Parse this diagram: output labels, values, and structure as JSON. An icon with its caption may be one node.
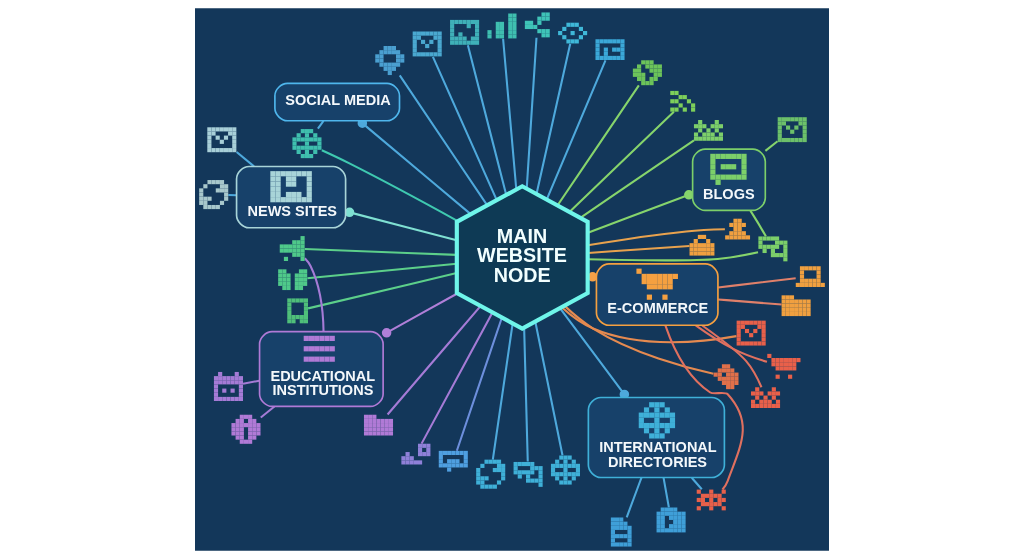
{
  "diagram": {
    "nodes": [
      {
        "text": [
          "MAIN WEBSITE NODE"
        ]
      },
      {
        "text": [
          "SOCIAL MEDIA"
        ]
      },
      {
        "text": [
          "BLOGS"
        ]
      },
      {
        "text": [
          "NEWS SITES"
        ]
      },
      {
        "text": [
          "E-COMMERCE"
        ]
      },
      {
        "text": [
          "EDUCATIONAL INSTITUTIONS"
        ]
      },
      {
        "text": [
          "INTERNATIONAL DIRECTORIES"
        ]
      },
      {
        "text": [],
        "shape": "picture"
      },
      {
        "text": [],
        "shape": "picture"
      },
      {
        "text": [],
        "shape": "picture"
      },
      {
        "text": [],
        "shape": "picture"
      },
      {
        "text": [],
        "shape": "picture"
      },
      {
        "text": [],
        "shape": "picture"
      },
      {
        "text": [],
        "shape": "picture"
      },
      {
        "text": [],
        "shape": "picture"
      },
      {
        "text": [],
        "shape": "picture"
      },
      {
        "text": [],
        "shape": "picture"
      },
      {
        "text": [],
        "shape": "picture"
      },
      {
        "text": [],
        "shape": "picture"
      },
      {
        "text": [],
        "shape": "picture"
      },
      {
        "text": [],
        "shape": "picture"
      },
      {
        "text": [],
        "shape": "picture"
      },
      {
        "text": [],
        "shape": "picture"
      },
      {
        "text": [],
        "shape": "picture"
      },
      {
        "text": [],
        "shape": "picture"
      },
      {
        "text": [],
        "shape": "picture"
      },
      {
        "text": [],
        "shape": "picture"
      },
      {
        "text": [],
        "shape": "picture"
      },
      {
        "text": [],
        "shape": "picture"
      },
      {
        "text": [],
        "shape": "picture"
      },
      {
        "text": [],
        "shape": "picture"
      },
      {
        "text": [],
        "shape": "picture"
      },
      {
        "text": [],
        "shape": "picture"
      },
      {
        "text": [],
        "shape": "picture"
      },
      {
        "text": [],
        "shape": "picture"
      },
      {
        "text": [],
        "shape": "picture"
      },
      {
        "text": [],
        "shape": "picture"
      },
      {
        "text": [],
        "shape": "picture"
      },
      {
        "text": [],
        "shape": "picture"
      },
      {
        "text": [],
        "shape": "picture"
      },
      {
        "text": [],
        "shape": "picture"
      },
      {
        "text": [],
        "shape": "picture"
      },
      {
        "text": [],
        "shape": "picture"
      },
      {
        "text": [],
        "shape": "picture"
      }
    ],
    "edges": [
      {
        "from": 0,
        "to": 4,
        "arrow": "other",
        "color": "#f5a048"
      },
      {
        "from": 0,
        "to": 28,
        "arrow": "none",
        "color": "#e8a24e"
      },
      {
        "from": 0,
        "to": 27,
        "arrow": "none",
        "color": "#e8a24e"
      },
      {
        "from": 0,
        "to": 26,
        "arrow": "none",
        "color": "#86d46c"
      },
      {
        "from": 0,
        "to": 2,
        "arrow": "other",
        "color": "#86d46c"
      },
      {
        "from": 0,
        "to": 16,
        "arrow": "none",
        "color": "#86d46c"
      },
      {
        "from": 0,
        "to": 15,
        "arrow": "none",
        "color": "#86d46c"
      },
      {
        "from": 0,
        "to": 14,
        "arrow": "none",
        "color": "#86d46c"
      },
      {
        "from": 0,
        "to": 13,
        "arrow": "none"
      },
      {
        "from": 0,
        "to": 12,
        "arrow": "none"
      },
      {
        "from": 0,
        "to": 11,
        "arrow": "none"
      },
      {
        "from": 0,
        "to": 10,
        "arrow": "none"
      },
      {
        "from": 0,
        "to": 9,
        "arrow": "none"
      },
      {
        "from": 0,
        "to": 8,
        "arrow": "none"
      },
      {
        "from": 0,
        "to": 7,
        "arrow": "none"
      },
      {
        "from": 0,
        "to": 1,
        "arrow": "other"
      },
      {
        "from": 0,
        "to": 17,
        "arrow": "none",
        "color": "#3fc9b0"
      },
      {
        "from": 0,
        "to": 3,
        "arrow": "other",
        "color": "#7fe0d2"
      },
      {
        "from": 0,
        "to": 20,
        "arrow": "none",
        "color": "#5ccf8a"
      },
      {
        "from": 0,
        "to": 21,
        "arrow": "none",
        "color": "#5ccf8a"
      },
      {
        "from": 0,
        "to": 22,
        "arrow": "none",
        "color": "#5ccf8a"
      },
      {
        "from": 0,
        "to": 5,
        "arrow": "other",
        "color": "#b07fd8"
      },
      {
        "from": 0,
        "to": 38,
        "arrow": "none",
        "color": "#a57bd6"
      },
      {
        "from": 0,
        "to": 39,
        "arrow": "none",
        "color": "#a57bd6"
      },
      {
        "from": 0,
        "to": 40,
        "arrow": "none",
        "color": "#6d8fdc"
      },
      {
        "from": 0,
        "to": 41,
        "arrow": "none"
      },
      {
        "from": 0,
        "to": 42,
        "arrow": "none"
      },
      {
        "from": 0,
        "to": 43,
        "arrow": "none"
      },
      {
        "from": 0,
        "to": 6,
        "arrow": "other"
      },
      {
        "from": 0,
        "to": 35,
        "arrow": "none",
        "color": "#e58a50"
      },
      {
        "from": 0,
        "to": 34,
        "arrow": "none",
        "color": "#e58a50"
      },
      {
        "from": 4,
        "to": 33,
        "arrow": "none",
        "color": "#e0705f"
      },
      {
        "from": 4,
        "to": 32,
        "arrow": "none",
        "color": "#e0705f"
      },
      {
        "from": 4,
        "to": 31,
        "arrow": "none",
        "color": "#e0705f"
      },
      {
        "from": 4,
        "to": 30,
        "arrow": "none",
        "color": "#e0806a"
      },
      {
        "from": 4,
        "to": 29,
        "arrow": "none",
        "color": "#e0806a"
      },
      {
        "from": 2,
        "to": 25,
        "arrow": "none",
        "color": "#86d46c"
      },
      {
        "from": 2,
        "to": 26,
        "arrow": "none",
        "color": "#86d46c"
      },
      {
        "from": 1,
        "to": 17,
        "arrow": "none"
      },
      {
        "from": 3,
        "to": 18,
        "arrow": "none"
      },
      {
        "from": 3,
        "to": 19,
        "arrow": "none"
      },
      {
        "from": 5,
        "to": 20,
        "arrow": "none",
        "color": "#a57bd6"
      },
      {
        "from": 5,
        "to": 23,
        "arrow": "none",
        "color": "#a57bd6"
      },
      {
        "from": 5,
        "to": 24,
        "arrow": "none",
        "color": "#a57bd6"
      },
      {
        "from": 6,
        "to": 33,
        "arrow": "none"
      },
      {
        "from": 6,
        "to": 37,
        "arrow": "none"
      },
      {
        "from": 6,
        "to": 36,
        "arrow": "none"
      }
    ]
  }
}
